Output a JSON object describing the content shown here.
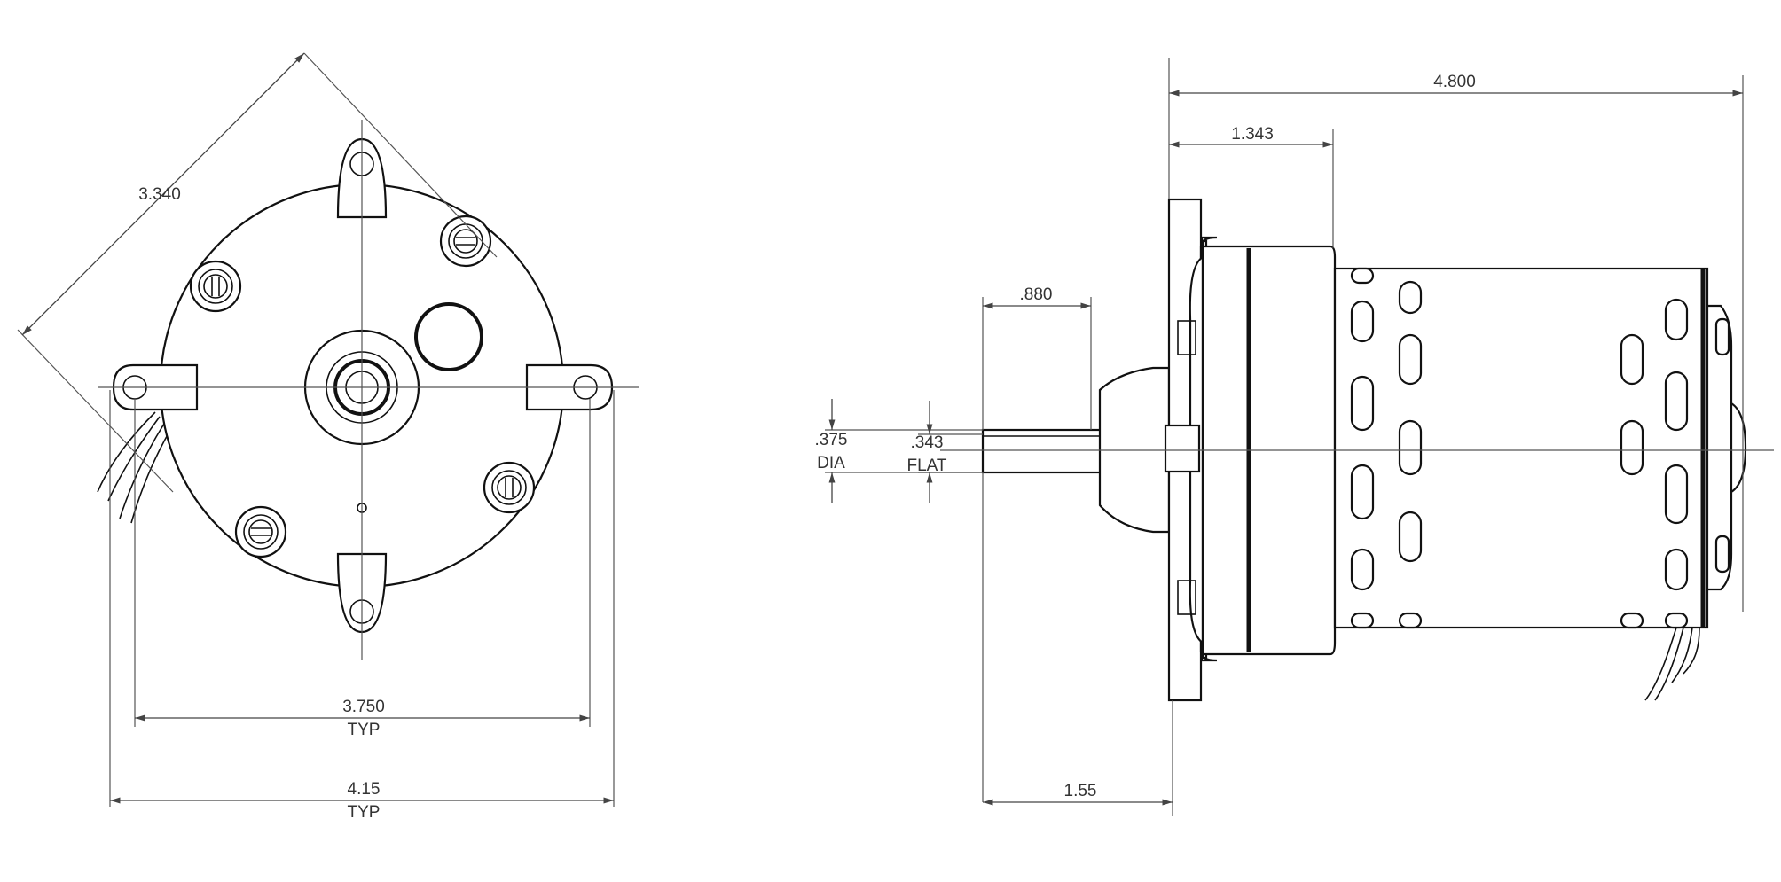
{
  "colors": {
    "line": "#111111",
    "dimension": "#444444",
    "text": "#333333",
    "background": "#ffffff"
  },
  "front_view": {
    "diagonal_dim": "3.340",
    "mount_dim": {
      "value": "3.750",
      "note": "TYP"
    },
    "overall_dim": {
      "value": "4.15",
      "note": "TYP"
    }
  },
  "side_view": {
    "overall_length": "4.800",
    "flange_to_body": "1.343",
    "shaft_flat_length": ".880",
    "shaft_diameter": {
      "value": ".375",
      "note": "DIA"
    },
    "shaft_flat": {
      "value": ".343",
      "note": "FLAT"
    },
    "shaft_extension": "1.55"
  }
}
